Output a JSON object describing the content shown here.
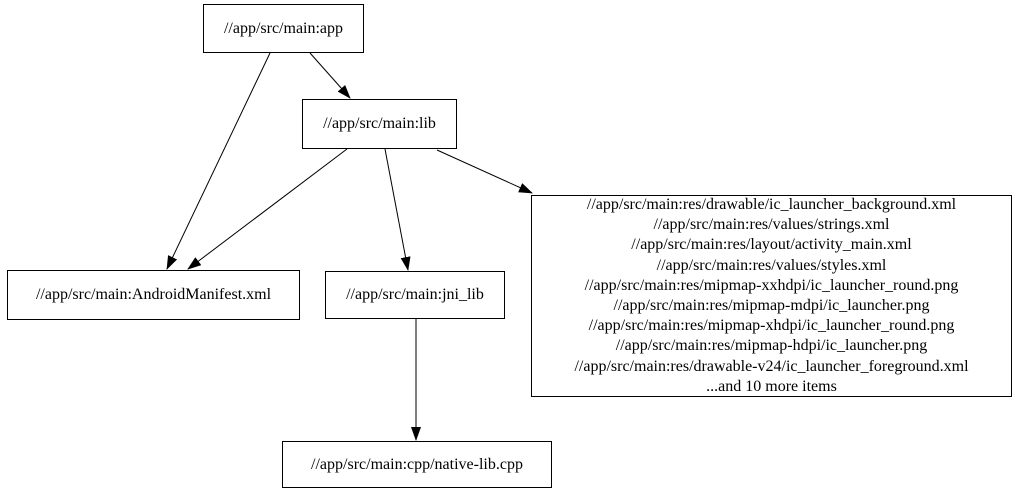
{
  "diagram": {
    "type": "dependency-graph",
    "background_color": "#ffffff",
    "node_border_color": "#000000",
    "node_fill_color": "#ffffff",
    "edge_color": "#000000",
    "text_color": "#000000",
    "nodes": {
      "app": {
        "label": "//app/src/main:app"
      },
      "lib": {
        "label": "//app/src/main:lib"
      },
      "manifest": {
        "label": "//app/src/main:AndroidManifest.xml"
      },
      "jni_lib": {
        "label": "//app/src/main:jni_lib"
      },
      "native_lib": {
        "label": "//app/src/main:cpp/native-lib.cpp"
      },
      "resources": {
        "lines": [
          "//app/src/main:res/drawable/ic_launcher_background.xml",
          "//app/src/main:res/values/strings.xml",
          "//app/src/main:res/layout/activity_main.xml",
          "//app/src/main:res/values/styles.xml",
          "//app/src/main:res/mipmap-xxhdpi/ic_launcher_round.png",
          "//app/src/main:res/mipmap-mdpi/ic_launcher.png",
          "//app/src/main:res/mipmap-xhdpi/ic_launcher_round.png",
          "//app/src/main:res/mipmap-hdpi/ic_launcher.png",
          "//app/src/main:res/drawable-v24/ic_launcher_foreground.xml",
          "...and 10 more items"
        ]
      }
    },
    "edges": [
      {
        "from": "app",
        "to": "lib"
      },
      {
        "from": "app",
        "to": "manifest"
      },
      {
        "from": "lib",
        "to": "manifest"
      },
      {
        "from": "lib",
        "to": "jni_lib"
      },
      {
        "from": "lib",
        "to": "resources"
      },
      {
        "from": "jni_lib",
        "to": "native_lib"
      }
    ]
  }
}
